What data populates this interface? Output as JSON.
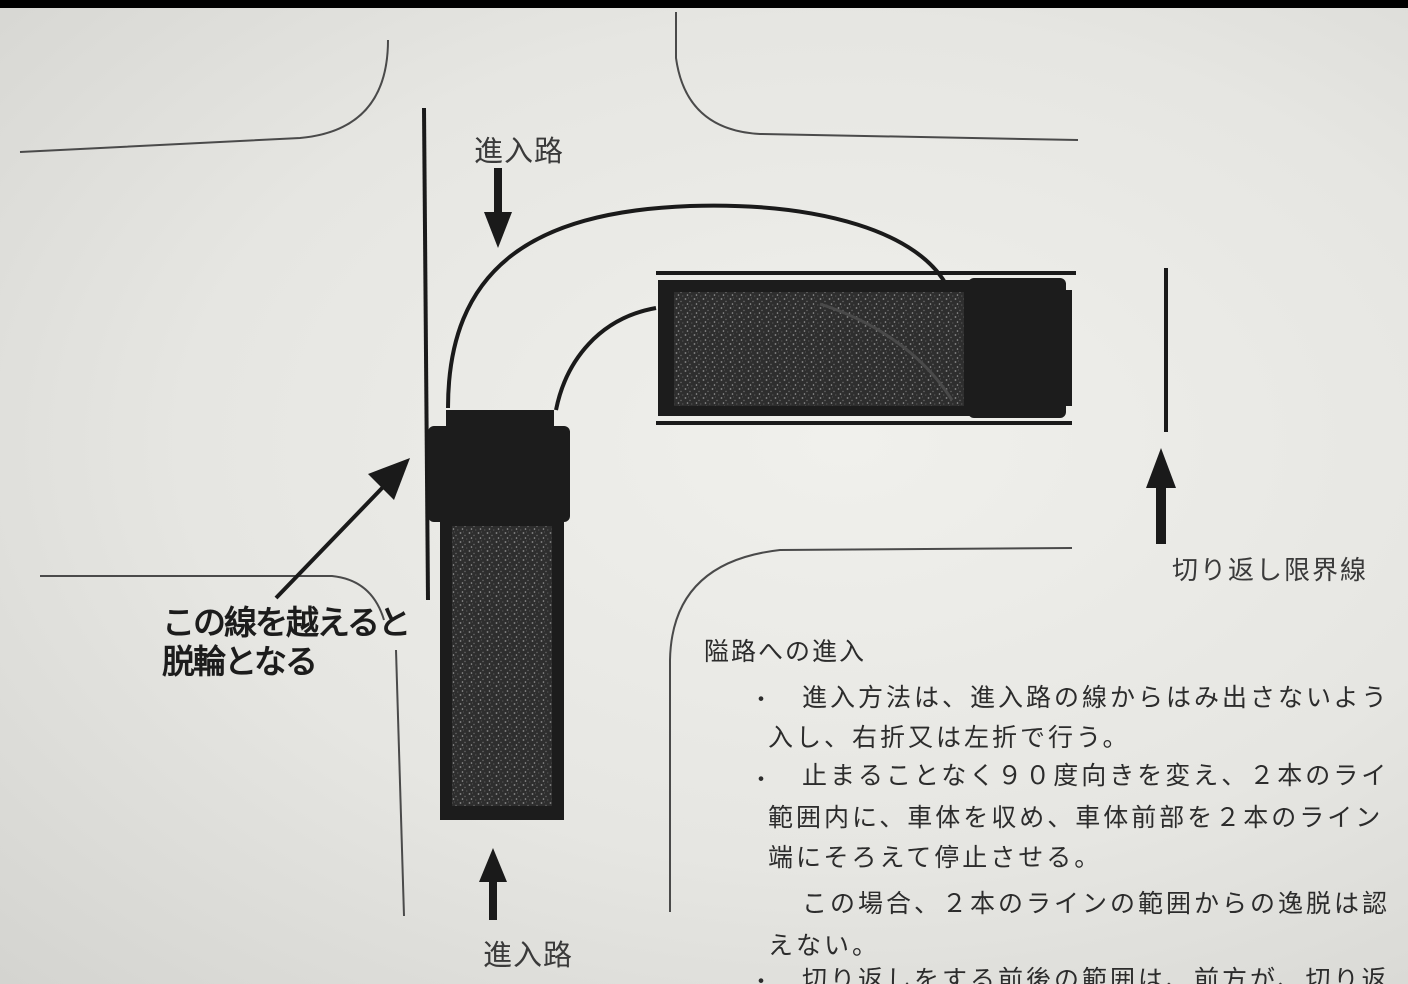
{
  "labels": {
    "entry_top": "進入路",
    "entry_bottom": "進入路",
    "limit_line": "切り返し限界線"
  },
  "warning": {
    "line1": "この線を越えると",
    "line2": "脱輪となる"
  },
  "notes": {
    "heading": "隘路への進入",
    "bullet": "・",
    "lines": [
      "進入方法は、進入路の線からはみ出さないよう",
      "入し、右折又は左折で行う。",
      "止まることなく９０度向きを変え、２本のライ",
      "範囲内に、車体を収め、車体前部を２本のライン",
      "端にそろえて停止させる。",
      "この場合、２本のラインの範囲からの逸脱は認",
      "えない。",
      "切り返しをする前後の範囲は、前方が、切り返"
    ]
  },
  "colors": {
    "paper": "#e8e8e4",
    "ink": "#1a1a1a",
    "frame_edge": "#000000"
  },
  "icons": [
    "arrow-down-icon",
    "arrow-up-icon",
    "diagonal-pointer-arrow-icon"
  ]
}
